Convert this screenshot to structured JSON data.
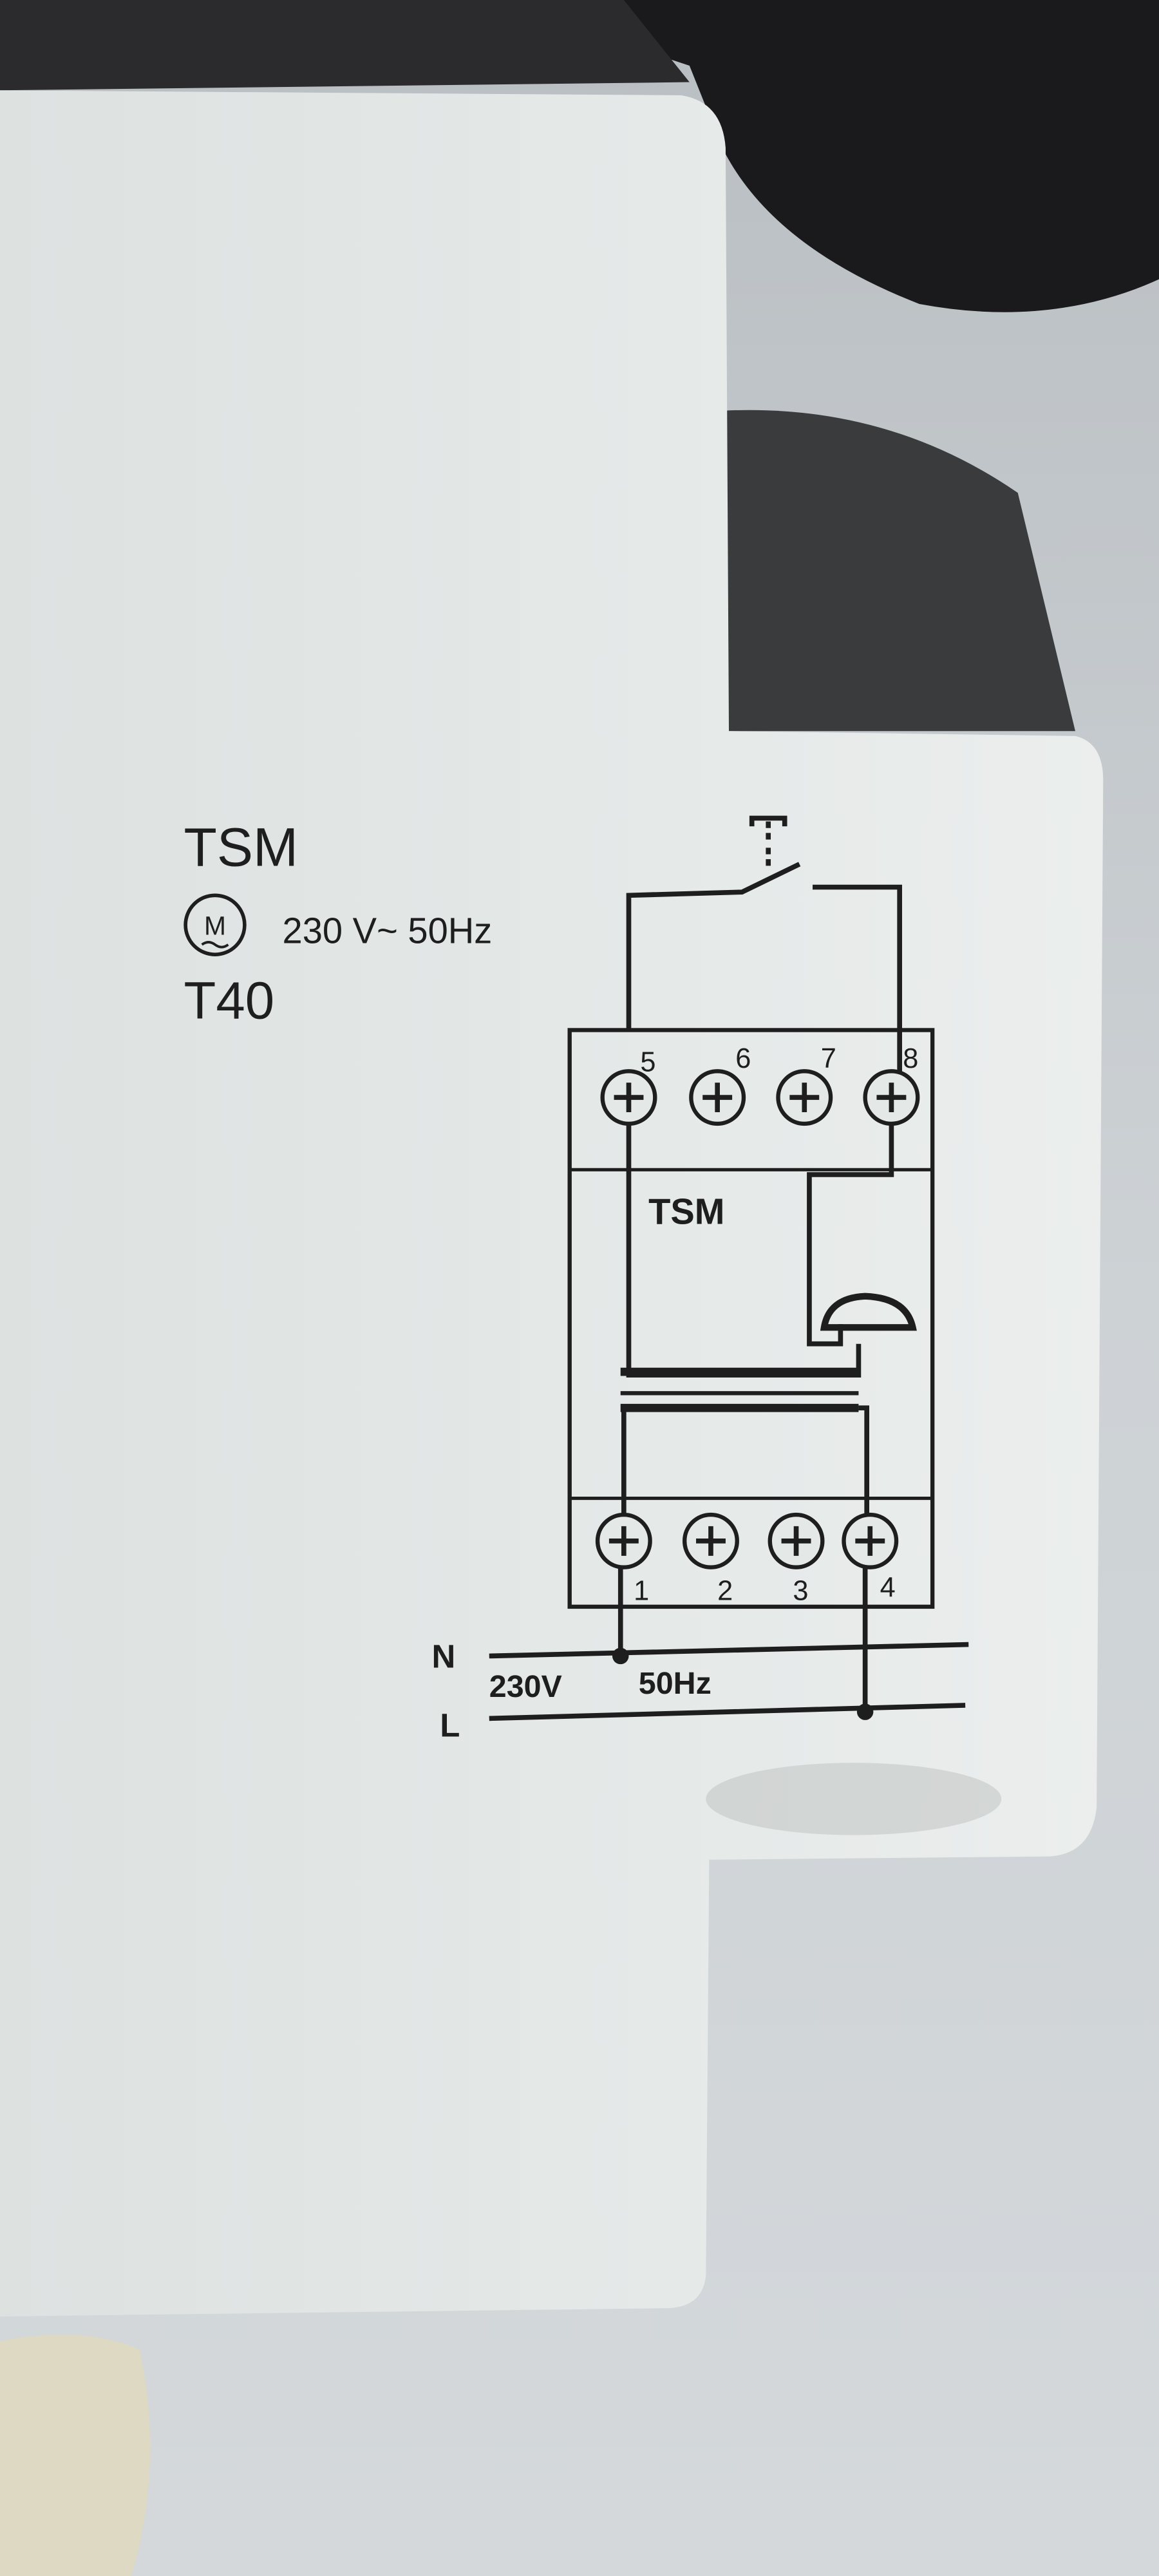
{
  "label": {
    "model": "TSM",
    "motor_symbol": "M",
    "rating": "230 V~ 50Hz",
    "variant": "T40"
  },
  "diagram": {
    "title": "TSM",
    "top_terminals": [
      "5",
      "6",
      "7",
      "8"
    ],
    "bottom_terminals": [
      "1",
      "2",
      "3",
      "4"
    ],
    "neutral_label": "N",
    "line_label": "L",
    "supply_voltage": "230V",
    "supply_frequency": "50Hz"
  },
  "colors": {
    "housing": "#e3e7e6",
    "background": "#c8cdd0",
    "ink": "#1e1e1e"
  }
}
